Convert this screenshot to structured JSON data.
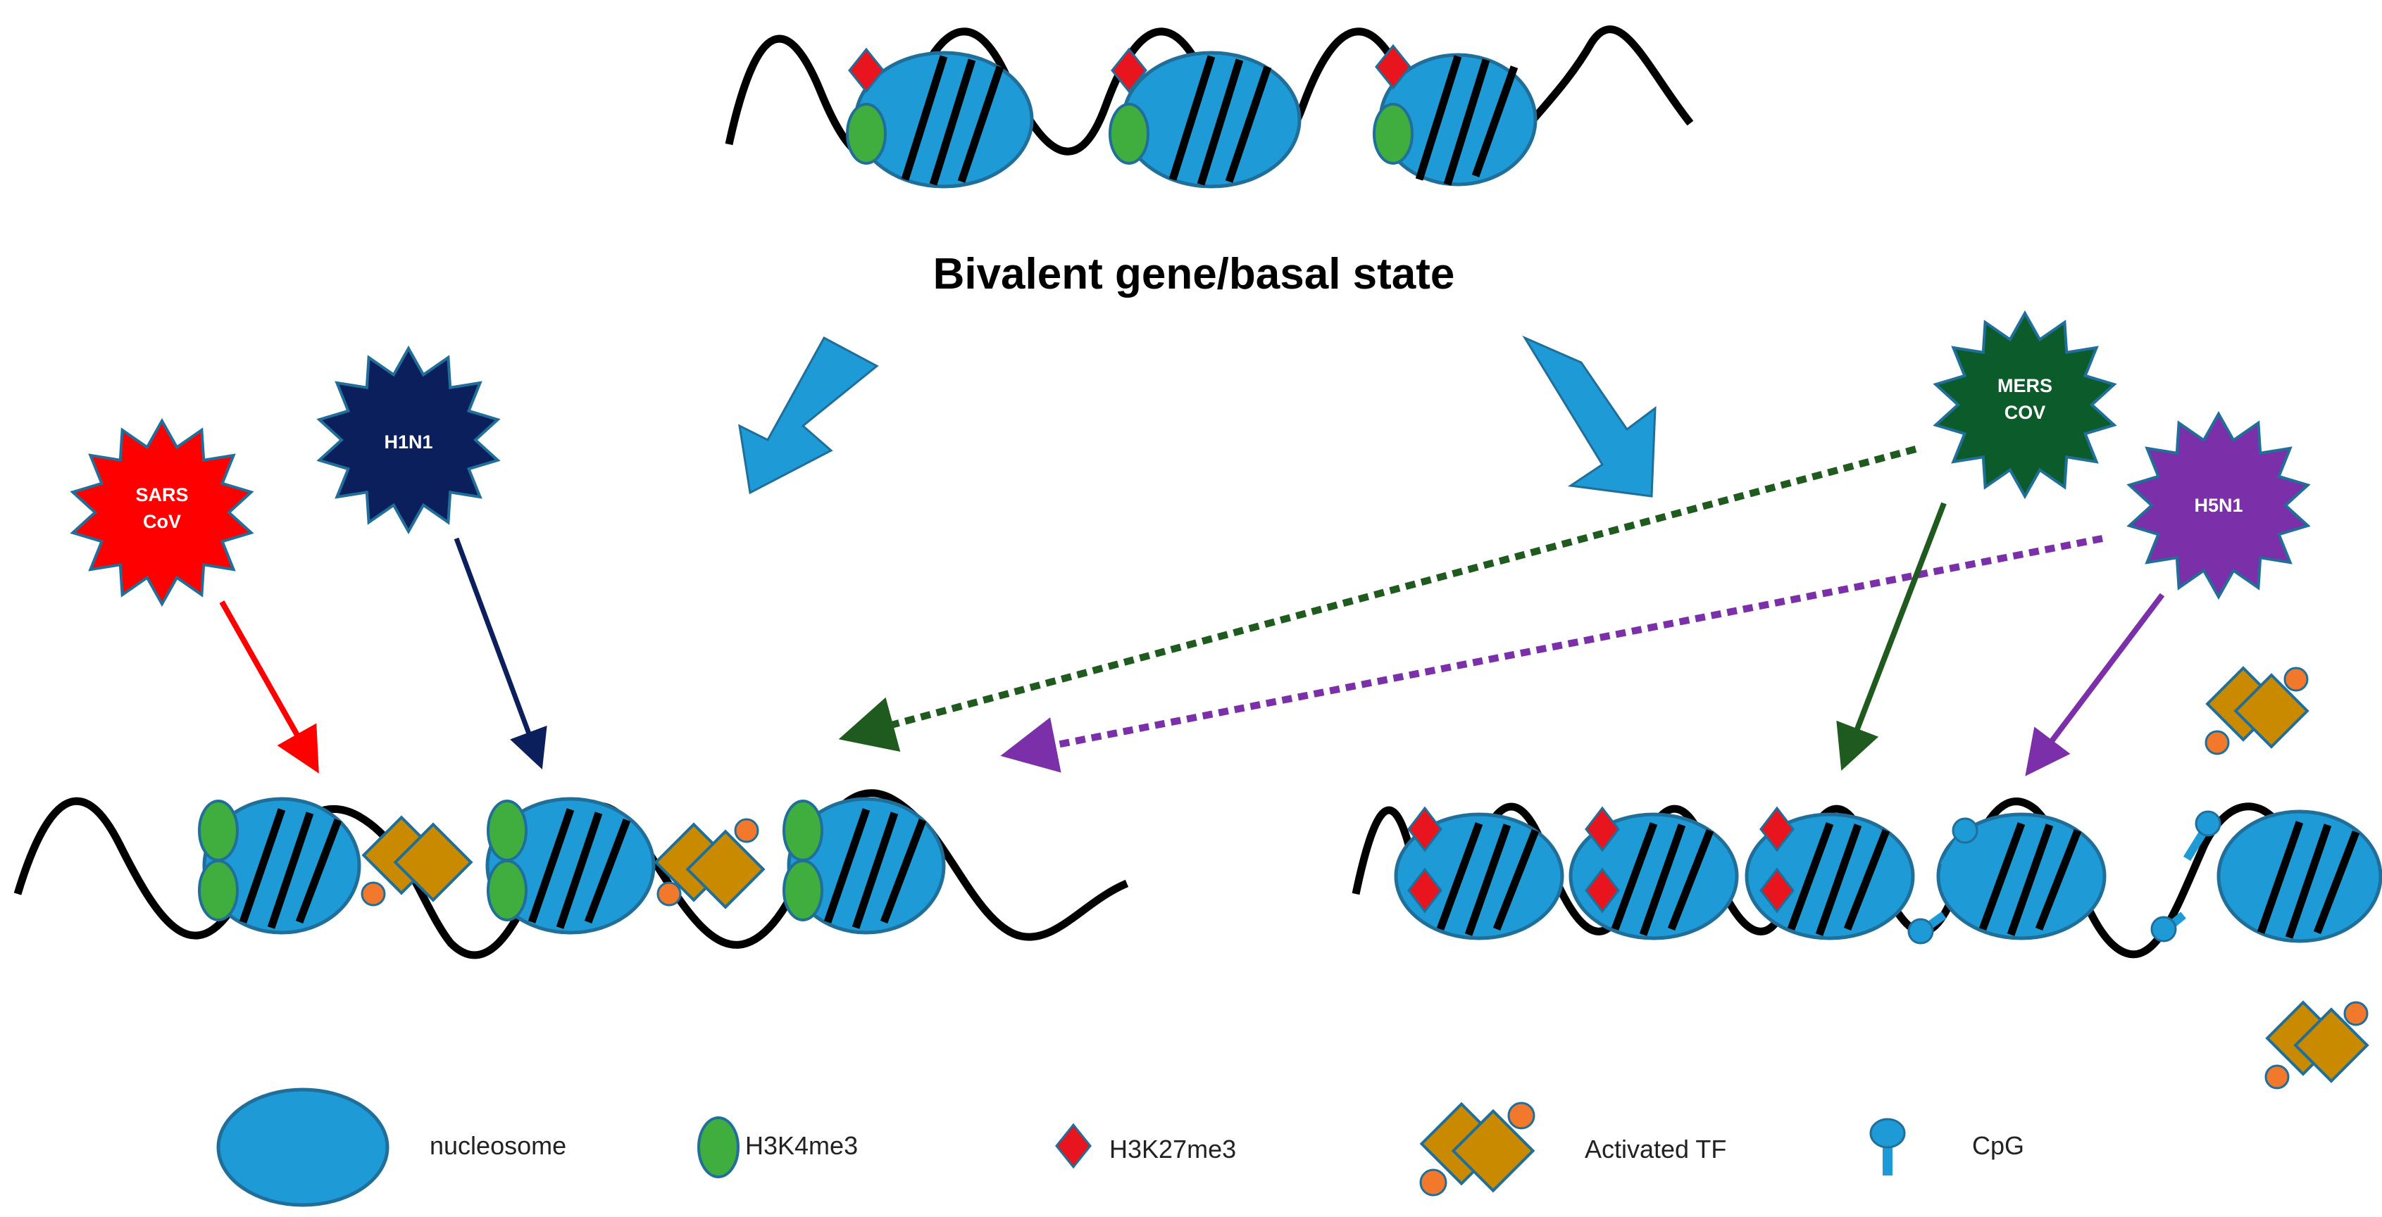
{
  "diagram": {
    "title": "Bivalent gene/basal state",
    "viruses": [
      {
        "id": "sars",
        "line1": "SARS",
        "line2": "CoV",
        "color": "#ff0000"
      },
      {
        "id": "h1n1",
        "line1": "H1N1",
        "line2": "",
        "color": "#0b1f5c"
      },
      {
        "id": "mers",
        "line1": "MERS",
        "line2": "COV",
        "color": "#0b5c2a"
      },
      {
        "id": "h5n1",
        "line1": "H5N1",
        "line2": "",
        "color": "#7b2fa8"
      }
    ],
    "legend": {
      "nucleosome": "nucleosome",
      "h3k4me3": "H3K4me3",
      "h3k27me3": "H3K27me3",
      "activated_tf": "Activated TF",
      "cpg": "CpG"
    },
    "colors": {
      "nucleosome": "#1e9ad6",
      "nucleosome_stroke": "#1f6f9a",
      "h3k4me3": "#3fae3f",
      "h3k27me3": "#e8141e",
      "tf": "#c98a00",
      "tf_dot": "#f2792b",
      "big_arrow": "#1e9ad6"
    }
  }
}
